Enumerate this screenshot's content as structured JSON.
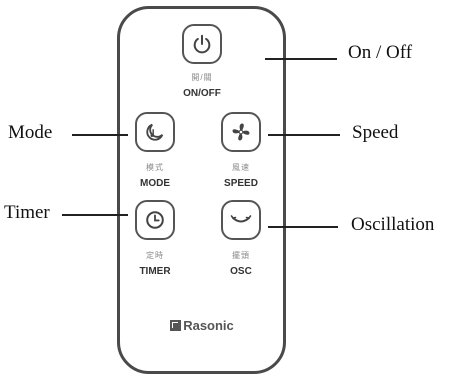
{
  "buttons": {
    "power": {
      "label_cn": "開/關",
      "label_en": "ON/OFF"
    },
    "mode": {
      "label_cn": "模式",
      "label_en": "MODE"
    },
    "speed": {
      "label_cn": "風速",
      "label_en": "SPEED"
    },
    "timer": {
      "label_cn": "定時",
      "label_en": "TIMER"
    },
    "osc": {
      "label_cn": "擺頭",
      "label_en": "OSC"
    }
  },
  "brand": "Rasonic",
  "callouts": {
    "on_off": "On / Off",
    "mode": "Mode",
    "speed": "Speed",
    "timer": "Timer",
    "oscillation": "Oscillation"
  },
  "colors": {
    "outline": "#4a4a4a",
    "text": "#111111"
  }
}
